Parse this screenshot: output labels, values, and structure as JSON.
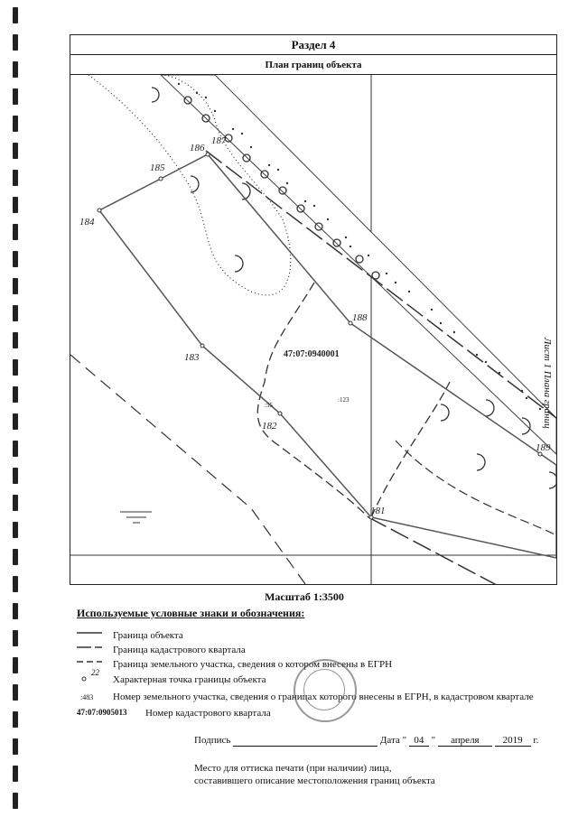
{
  "section": {
    "title": "Раздел 4",
    "subtitle": "План границ объекта"
  },
  "side_note": "Лист 1 Плана границ",
  "map": {
    "quarter_label": "47:07:0940001",
    "parcel_labels": [
      ":123",
      ":55"
    ],
    "point_labels": [
      "184",
      "185",
      "186",
      "187",
      "188",
      "183",
      "182",
      "181",
      "189"
    ]
  },
  "legend": {
    "scale": "Масштаб 1:3500",
    "title": "Используемые условные знаки и обозначения:",
    "items": [
      {
        "symbol": "solid",
        "text": "Граница объекта"
      },
      {
        "symbol": "dash-long",
        "text": "Граница кадастрового квартала"
      },
      {
        "symbol": "dash",
        "text": "Граница земельного участка, сведения о котором внесены в ЕГРН"
      },
      {
        "symbol": "point",
        "symbol_text": "22",
        "text": "Характерная точка границы объекта"
      },
      {
        "symbol": "label",
        "symbol_text": ":483",
        "text": "Номер земельного участка, сведения о границах которого внесены в ЕГРН, в кадастровом квартале"
      },
      {
        "symbol": "code",
        "symbol_text": "47:07:0905013",
        "text": "Номер кадастрового квартала"
      }
    ]
  },
  "signature": {
    "label": "Подпись",
    "date_label": "Дата",
    "day": "04",
    "month": "апреля",
    "year": "2019",
    "year_suffix": "г.",
    "stamp_note_line1": "Место для оттиска печати (при наличии) лица,",
    "stamp_note_line2": "составившего описание местоположения границ объекта"
  }
}
